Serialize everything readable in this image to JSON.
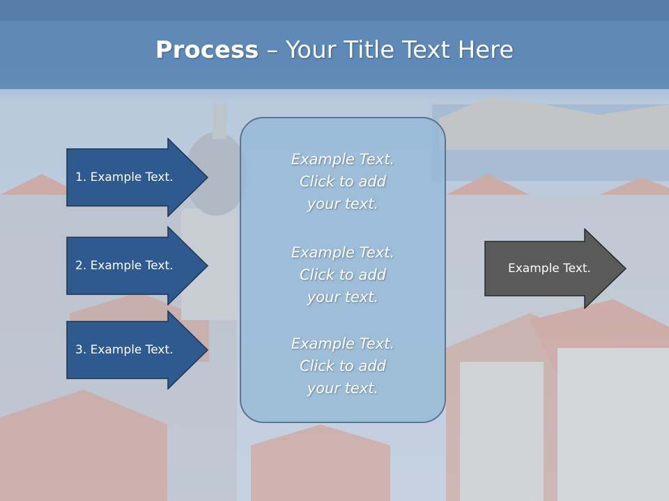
{
  "slide": {
    "title_bold": "Process",
    "title_rest": " – Your Title Text Here"
  },
  "left_arrows": [
    {
      "label": "1. Example Text."
    },
    {
      "label": "2. Example Text."
    },
    {
      "label": "3. Example Text."
    }
  ],
  "center_box": {
    "paragraphs": [
      {
        "line1": "Example Text.",
        "line2": "Click  to add",
        "line3": "your text."
      },
      {
        "line1": "Example Text.",
        "line2": "Click  to add",
        "line3": "your text."
      },
      {
        "line1": "Example Text.",
        "line2": "Click  to add",
        "line3": "your text."
      }
    ]
  },
  "right_arrow": {
    "label": "Example Text."
  },
  "colors": {
    "arrow_blue": "#2e5a90",
    "arrow_gray": "#5a5a5a",
    "box_fill": "#96b9d7",
    "title_band": "#5f8ab7"
  }
}
